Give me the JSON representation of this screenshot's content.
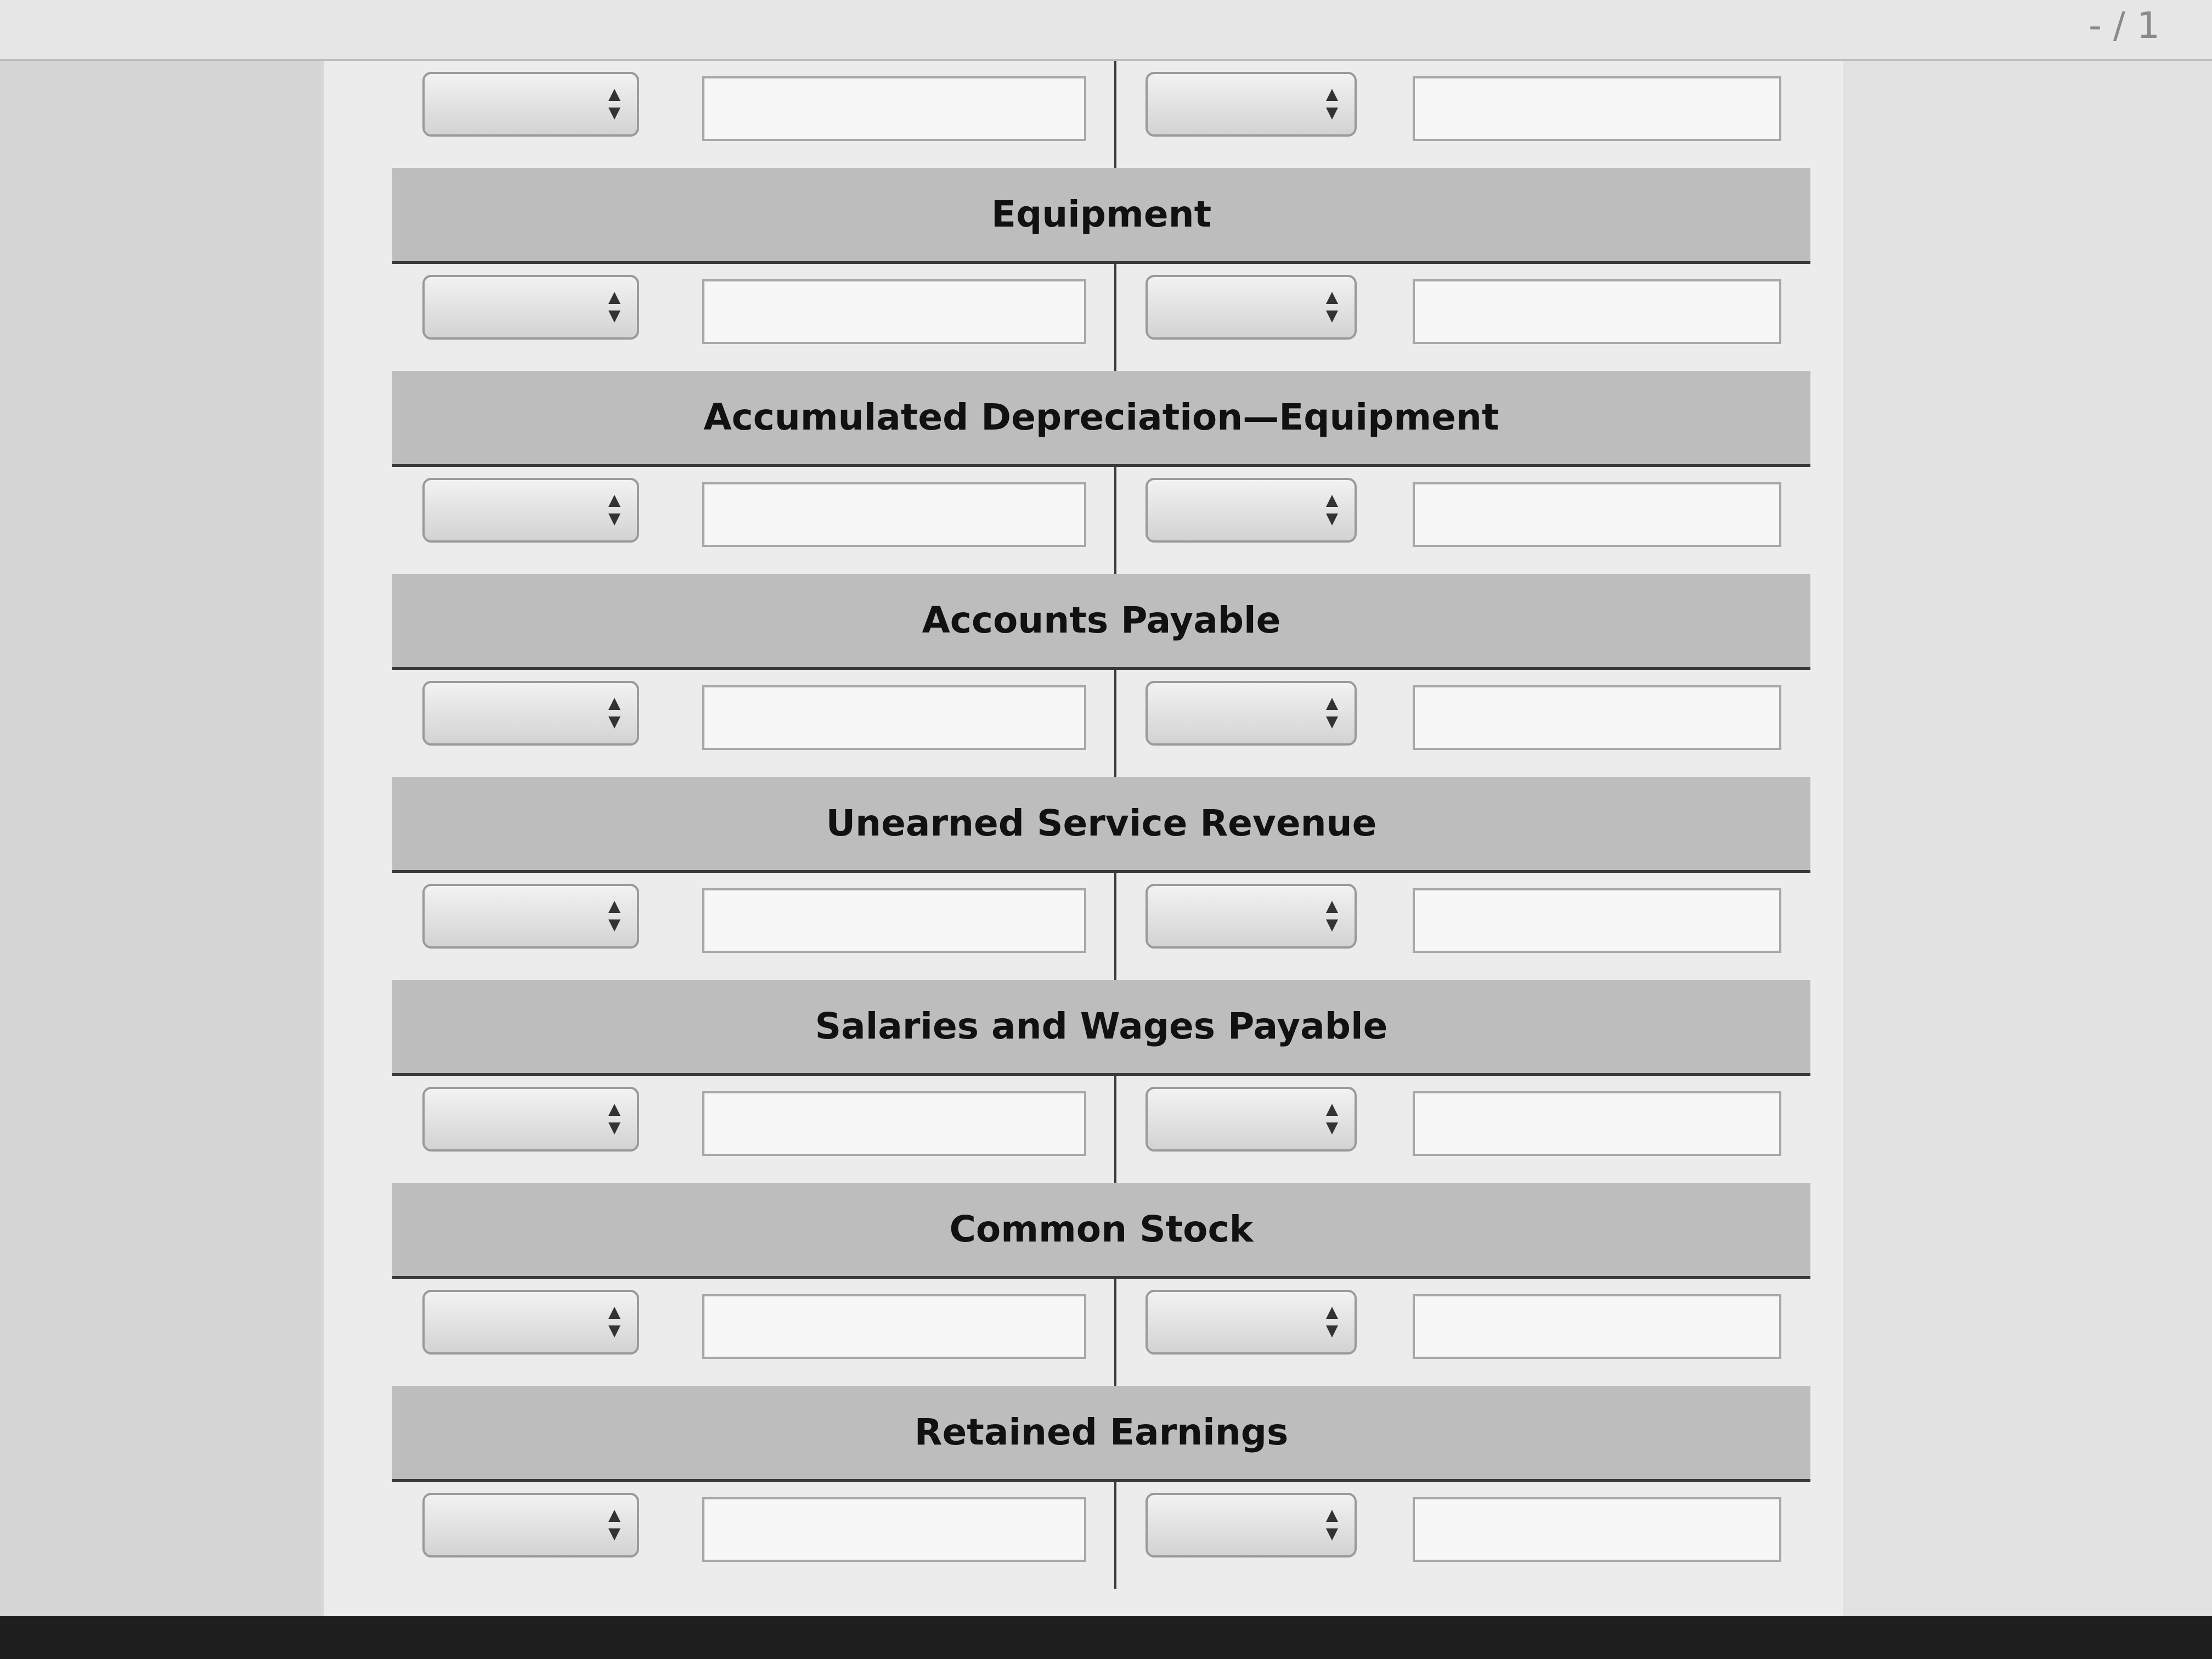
{
  "page_indicator": "- / 1",
  "accounts": [
    {
      "title": ""
    },
    {
      "title": "Equipment"
    },
    {
      "title": "Accumulated Depreciation—Equipment"
    },
    {
      "title": "Accounts Payable"
    },
    {
      "title": "Unearned Service Revenue"
    },
    {
      "title": "Salaries and Wages Payable"
    },
    {
      "title": "Common Stock"
    },
    {
      "title": "Retained Earnings"
    }
  ]
}
